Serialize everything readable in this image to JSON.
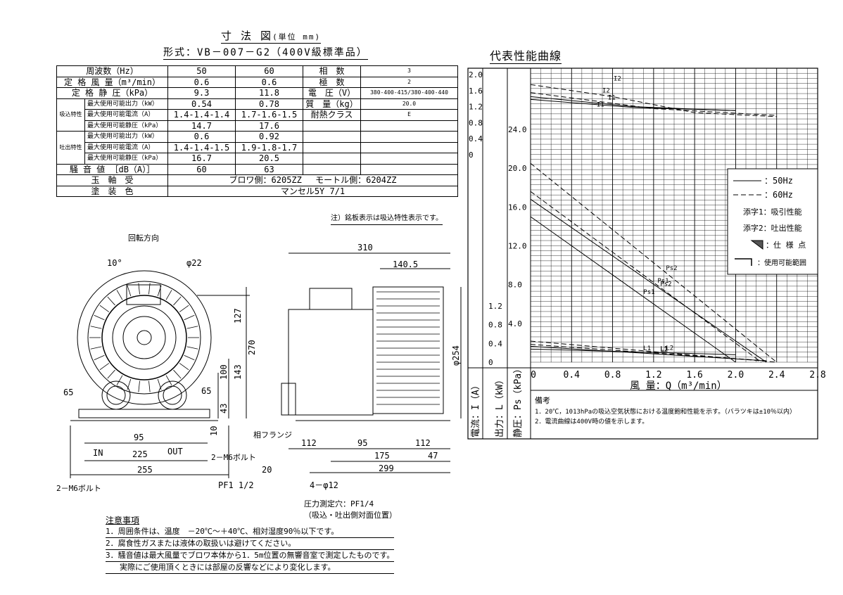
{
  "header": {
    "title": "寸 法 図",
    "unit": "(単位 mm)",
    "model": "形式：VB－007－G2（400V級標準品）"
  },
  "spec_table": {
    "rows": [
      [
        "周波数（Hz）",
        "50",
        "60",
        "相　数",
        "3"
      ],
      [
        "定 格 風 量（m³/min）",
        "0.6",
        "0.6",
        "極　数",
        "2"
      ],
      [
        "定 格 静 圧（kPa）",
        "9.3",
        "11.8",
        "電　圧（V）",
        "380-400-415/380-400-440"
      ],
      [
        "最大使用可能出力（kW）",
        "0.54",
        "0.78",
        "質　量（kg）",
        "20.0"
      ],
      [
        "最大使用可能電流（A）",
        "1.4-1.4-1.4",
        "1.7-1.6-1.5",
        "耐熱クラス",
        "E"
      ],
      [
        "最大使用可能静圧（kPa）",
        "14.7",
        "17.6",
        "",
        ""
      ],
      [
        "最大使用可能出力（kW）",
        "0.6",
        "0.92",
        "",
        ""
      ],
      [
        "最大使用可能電流（A）",
        "1.4-1.4-1.5",
        "1.9-1.8-1.7",
        "",
        ""
      ],
      [
        "最大使用可能静圧（kPa）",
        "16.7",
        "20.5",
        "",
        ""
      ],
      [
        "騒 音 値 ［dB（A）］",
        "60",
        "63",
        "",
        ""
      ]
    ],
    "group_suction": "吸込特性",
    "group_discharge": "吐出特性",
    "bearing_label": "玉　軸　受",
    "bearing_value": "ブロワ側：6205ZZ　 モートル側：6204ZZ",
    "paint_label": "塗　装　色",
    "paint_value": "マンセル5Y 7/1",
    "footnote": "注）銘板表示は吸込特性表示です。"
  },
  "drawing": {
    "rotation": "回転方向",
    "angle": "10°",
    "dim_phi22": "φ22",
    "dim_127": "127",
    "dim_270": "270",
    "dim_143": "143",
    "dim_100": "100",
    "dim_43": "43",
    "dim_10": "10",
    "dim_65a": "65",
    "dim_65b": "65",
    "dim_95": "95",
    "dim_225": "225",
    "dim_255": "255",
    "in_label": "IN",
    "out_label": "OUT",
    "bolt_right": "2－M6ボルト",
    "bolt_left": "2－M6ボルト",
    "pf": "PF1 1/2",
    "dim_20": "20",
    "dim_310": "310",
    "dim_1405": "140.5",
    "dim_phi254": "φ254",
    "flange": "相フランジ",
    "dim_112a": "112",
    "dim_95b": "95",
    "dim_112b": "112",
    "dim_175": "175",
    "dim_47": "47",
    "dim_299": "299",
    "holes": "4－φ12",
    "pressure_hole": "圧力測定穴：PF1/4",
    "pressure_pos": "（吸込・吐出側対面位置）"
  },
  "notes": {
    "title": "注意事項",
    "items": [
      "1．周囲条件は、温度　－20℃～＋40℃、相対湿度90％以下です。",
      "2．腐食性ガスまたは液体の取扱いは避けてください。",
      "3．騒音値は最大風量でブロワ本体から1．5m位置の無響音室で測定したものです。",
      "実際にご使用頂くときには部屋の反響などにより変化します。"
    ]
  },
  "chart_data": {
    "type": "line",
    "title": "代表性能曲線",
    "xlabel": "風 量：Q（m³/min）",
    "ylabel_ps": "静圧：Ps（kPa）",
    "ylabel_l": "出力：L（kW）",
    "ylabel_i": "電流：I（A）",
    "xlim": [
      0,
      2.8
    ],
    "x_ticks": [
      "0",
      "0.4",
      "0.8",
      "1.2",
      "1.6",
      "2.0",
      "2.4",
      "2.8"
    ],
    "ps_ticks": [
      "4.0",
      "8.0",
      "12.0",
      "16.0",
      "20.0",
      "24.0"
    ],
    "l_ticks": [
      "0",
      "0.4",
      "0.8",
      "1.2"
    ],
    "i_ticks": [
      "0",
      "0.4",
      "0.8",
      "1.2",
      "1.6",
      "2.0"
    ],
    "legend": {
      "hz50": "：50Hz",
      "hz60": "：60Hz",
      "sub1": "添字1：吸引性能",
      "sub2": "添字2：吐出性能",
      "spec_point": "：仕 様 点",
      "usable_range": "：使用可能範囲"
    },
    "series": [
      {
        "name": "Ps1",
        "style": "solid",
        "x": [
          0,
          2.0
        ],
        "y": [
          15.0,
          0
        ]
      },
      {
        "name": "Ps2",
        "style": "solid",
        "x": [
          0,
          2.3
        ],
        "y": [
          16.8,
          0
        ]
      },
      {
        "name": "Ps1",
        "style": "dashed",
        "x": [
          0,
          2.25
        ],
        "y": [
          17.6,
          0
        ]
      },
      {
        "name": "Ps2",
        "style": "dashed",
        "x": [
          0,
          2.4
        ],
        "y": [
          20.5,
          0
        ]
      },
      {
        "name": "L1",
        "style": "solid",
        "x": [
          0,
          2.0
        ],
        "y": [
          0.28,
          0.16
        ]
      },
      {
        "name": "L2",
        "style": "solid",
        "x": [
          0,
          2.3
        ],
        "y": [
          0.34,
          0.03
        ]
      },
      {
        "name": "L1",
        "style": "dashed",
        "x": [
          0,
          2.3
        ],
        "y": [
          0.38,
          0.03
        ]
      },
      {
        "name": "L2",
        "style": "dashed",
        "x": [
          0,
          2.4
        ],
        "y": [
          0.45,
          0.0
        ]
      },
      {
        "name": "I1",
        "style": "solid",
        "x": [
          0,
          1.0,
          2.0
        ],
        "y": [
          1.38,
          1.18,
          1.1
        ]
      },
      {
        "name": "I2",
        "style": "solid",
        "x": [
          0,
          1.0,
          2.0
        ],
        "y": [
          1.45,
          1.2,
          1.1
        ]
      },
      {
        "name": "I1",
        "style": "dashed",
        "x": [
          0,
          1.2,
          2.4
        ],
        "y": [
          1.55,
          1.15,
          0.98
        ]
      },
      {
        "name": "I2",
        "style": "dashed",
        "x": [
          0,
          0.8,
          1.6,
          2.4
        ],
        "y": [
          1.75,
          1.45,
          1.05,
          0.95
        ]
      }
    ],
    "remarks_title": "備考",
    "remarks": [
      "1．20℃，1013hPaの吸込空気状態における温度飽和性能を示す。（バラツキは±10％以内）",
      "2．電流曲線は400V時の値を示します。"
    ]
  }
}
